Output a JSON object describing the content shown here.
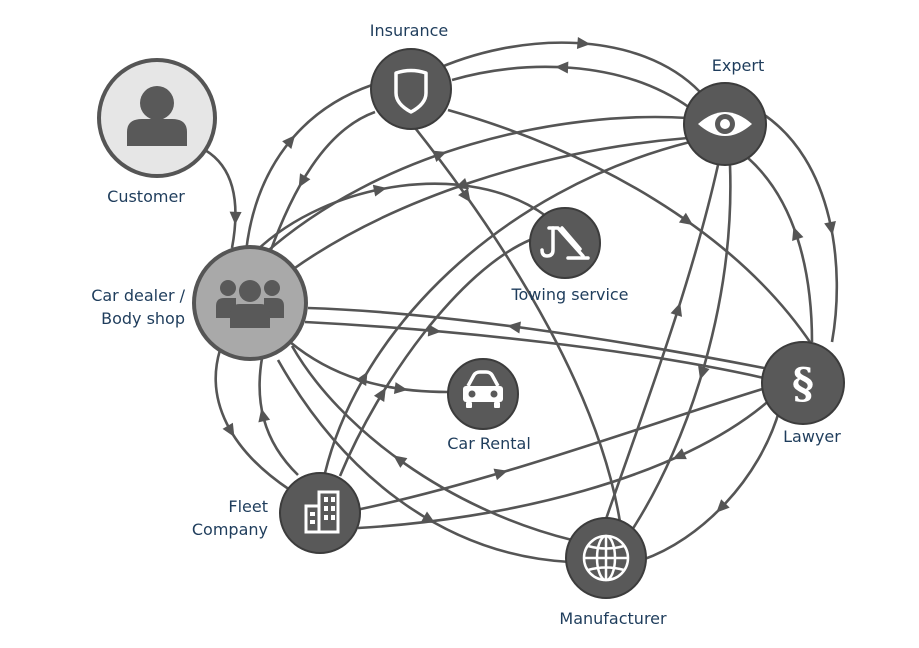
{
  "colors": {
    "node_dark": "#595959",
    "node_dark_stroke": "#3c3c3c",
    "customer_fill": "#e6e6e6",
    "dealer_fill": "#a9a9a9",
    "ring_stroke": "#555555",
    "icon_dark": "#595959",
    "icon_light": "#ffffff",
    "edge": "#555555",
    "label": "#1f3d5c"
  },
  "nodes": {
    "customer": {
      "label": "Customer",
      "icon": "person-icon"
    },
    "dealer": {
      "label_line1": "Car dealer /",
      "label_line2": "Body shop",
      "icon": "group-icon"
    },
    "insurance": {
      "label": "Insurance",
      "icon": "shield-icon"
    },
    "expert": {
      "label": "Expert",
      "icon": "eye-icon"
    },
    "towing": {
      "label": "Towing service",
      "icon": "tow-crane-icon"
    },
    "rental": {
      "label": "Car Rental",
      "icon": "car-icon"
    },
    "lawyer": {
      "label": "Lawyer",
      "icon": "paragraph-icon"
    },
    "fleet": {
      "label_line1": "Fleet",
      "label_line2": "Company",
      "icon": "building-icon"
    },
    "manufacturer": {
      "label": "Manufacturer",
      "icon": "globe-icon"
    }
  }
}
